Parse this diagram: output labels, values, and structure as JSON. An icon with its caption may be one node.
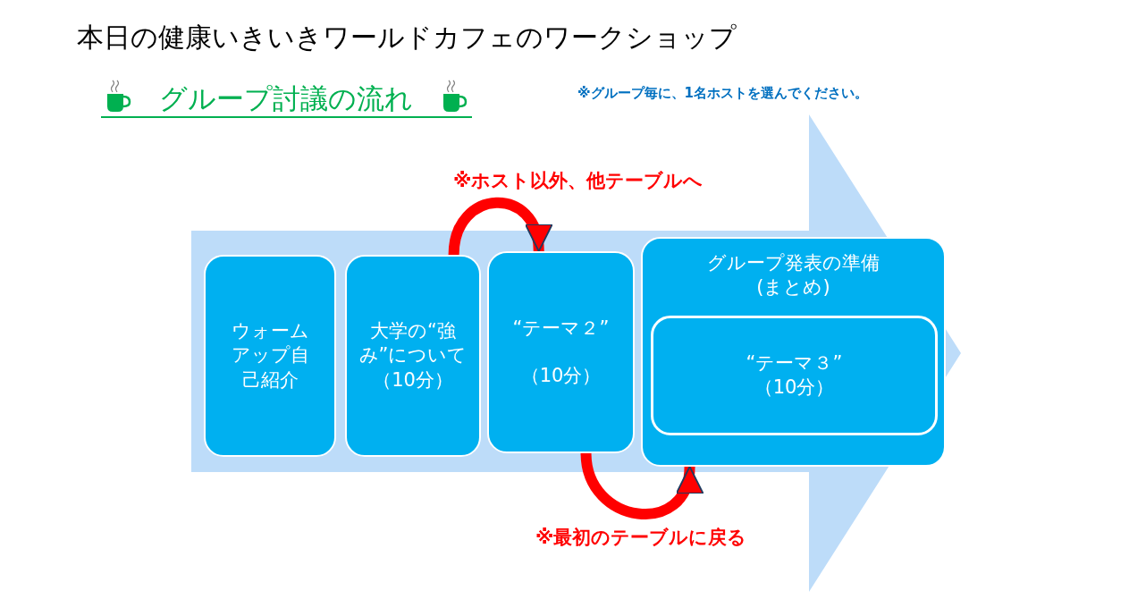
{
  "diagram": {
    "title": "本日の健康いきいきワールドカフェのワークショップ",
    "nodes": [
      {
        "text": [
          "ウォームアップ自己紹介"
        ]
      },
      {
        "text": [
          "大学の“強み”について",
          "（10分）"
        ]
      },
      {
        "text": [
          "“テーマ２”",
          "（10分）"
        ]
      },
      {
        "text": [
          "グループ発表の準備(まとめ)"
        ]
      },
      {
        "text": [
          "“テーマ３”",
          "（10分）"
        ],
        "in": 3
      }
    ],
    "edges": [
      {
        "from": 1,
        "to": 2,
        "arrow": "to",
        "label": "※ホスト以外、他テーブルへ"
      },
      {
        "from": 2,
        "to": 3,
        "arrow": "to",
        "label": "※最初のテーブルに戻る"
      },
      {
        "from": 0,
        "to": 3,
        "arrow": "to",
        "style": "thick",
        "color": "#bddcf9"
      }
    ],
    "labels": [
      "グループ討議の流れ",
      "※グループ毎に、1名ホストを選んでください。"
    ]
  }
}
